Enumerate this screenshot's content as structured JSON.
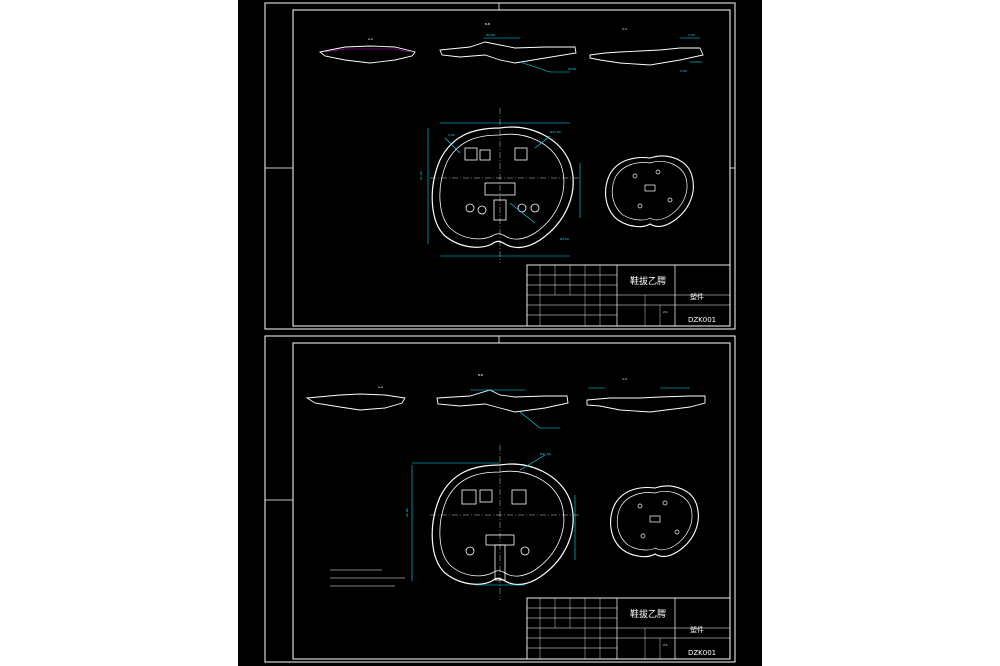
{
  "sheets": [
    {
      "title_block": {
        "part_name": "鞋拔乙腭",
        "category": "塑件",
        "drawing_no": "DZK001",
        "scale": "2:1"
      }
    },
    {
      "title_block": {
        "part_name": "鞋拔乙腭",
        "category": "塑件",
        "drawing_no": "DZK001",
        "scale": "2:1"
      }
    }
  ],
  "colors": {
    "background": "#000000",
    "frame": "#ffffff",
    "dimension": "#00e5ff",
    "accent": "#d400d4"
  }
}
